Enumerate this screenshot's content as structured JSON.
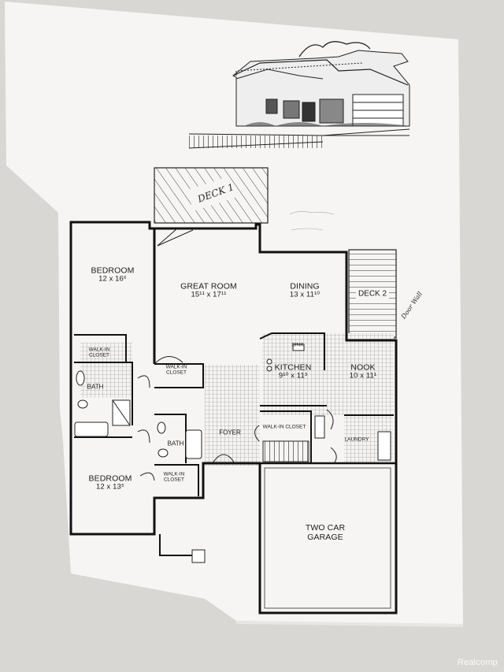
{
  "rooms": {
    "bedroom1": {
      "name": "BEDROOM",
      "dims": "12 x 16⁶"
    },
    "great_room": {
      "name": "GREAT ROOM",
      "dims": "15¹¹ x 17¹¹"
    },
    "dining": {
      "name": "DINING",
      "dims": "13 x 11¹⁰"
    },
    "deck1": {
      "name": "DECK 1"
    },
    "deck2": {
      "name": "DECK 2"
    },
    "kitchen": {
      "name": "KITCHEN",
      "dims": "9¹⁰ x 11³"
    },
    "nook": {
      "name": "NOOK",
      "dims": "10 x 11¹"
    },
    "walkin1": {
      "name": "WALK-IN CLOSET"
    },
    "walkin2": {
      "name": "WALK-IN CLOSET"
    },
    "walkin3": {
      "name": "WALK-IN CLOSET"
    },
    "walkin4": {
      "name": "WALK-IN CLOSET"
    },
    "bath1": {
      "name": "BATH"
    },
    "bath2": {
      "name": "BATH"
    },
    "foyer": {
      "name": "FOYER"
    },
    "laundry": {
      "name": "LAUNDRY"
    },
    "sink": {
      "name": "SINK"
    },
    "bedroom2": {
      "name": "BEDROOM",
      "dims": "12 x 13⁵"
    },
    "garage": {
      "name": "TWO CAR GARAGE"
    }
  },
  "annotations": {
    "door_wall": "Door Wall"
  },
  "watermark": "Realcomp"
}
